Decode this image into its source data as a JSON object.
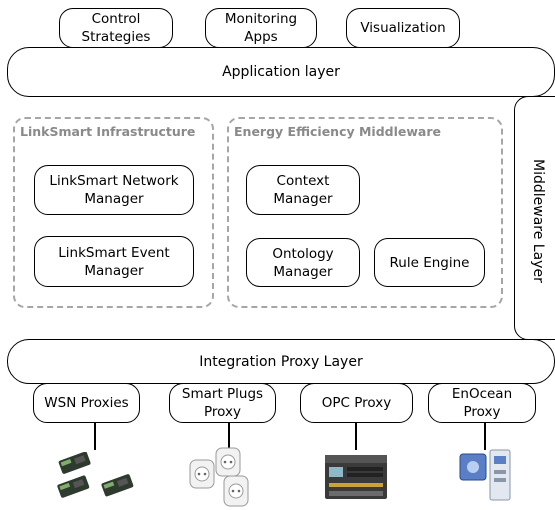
{
  "apps": {
    "control": "Control\nStrategies",
    "monitoring": "Monitoring\nApps",
    "visualization": "Visualization"
  },
  "application_layer": "Application layer",
  "middleware_layer": "Middleware Layer",
  "linksmart": {
    "title": "LinkSmart Infrastructure",
    "network_manager": "LinkSmart Network\nManager",
    "event_manager": "LinkSmart Event\nManager"
  },
  "energy": {
    "title": "Energy Efficiency Middleware",
    "context_manager": "Context\nManager",
    "ontology_manager": "Ontology\nManager",
    "rule_engine": "Rule Engine"
  },
  "integration_layer": "Integration Proxy Layer",
  "proxies": {
    "wsn": "WSN Proxies",
    "smart_plugs": "Smart Plugs\nProxy",
    "opc": "OPC Proxy",
    "enocean": "EnOcean\nProxy"
  },
  "devices": [
    "wsn-nodes",
    "smart-plugs",
    "plc-controller",
    "enocean-sensor"
  ]
}
